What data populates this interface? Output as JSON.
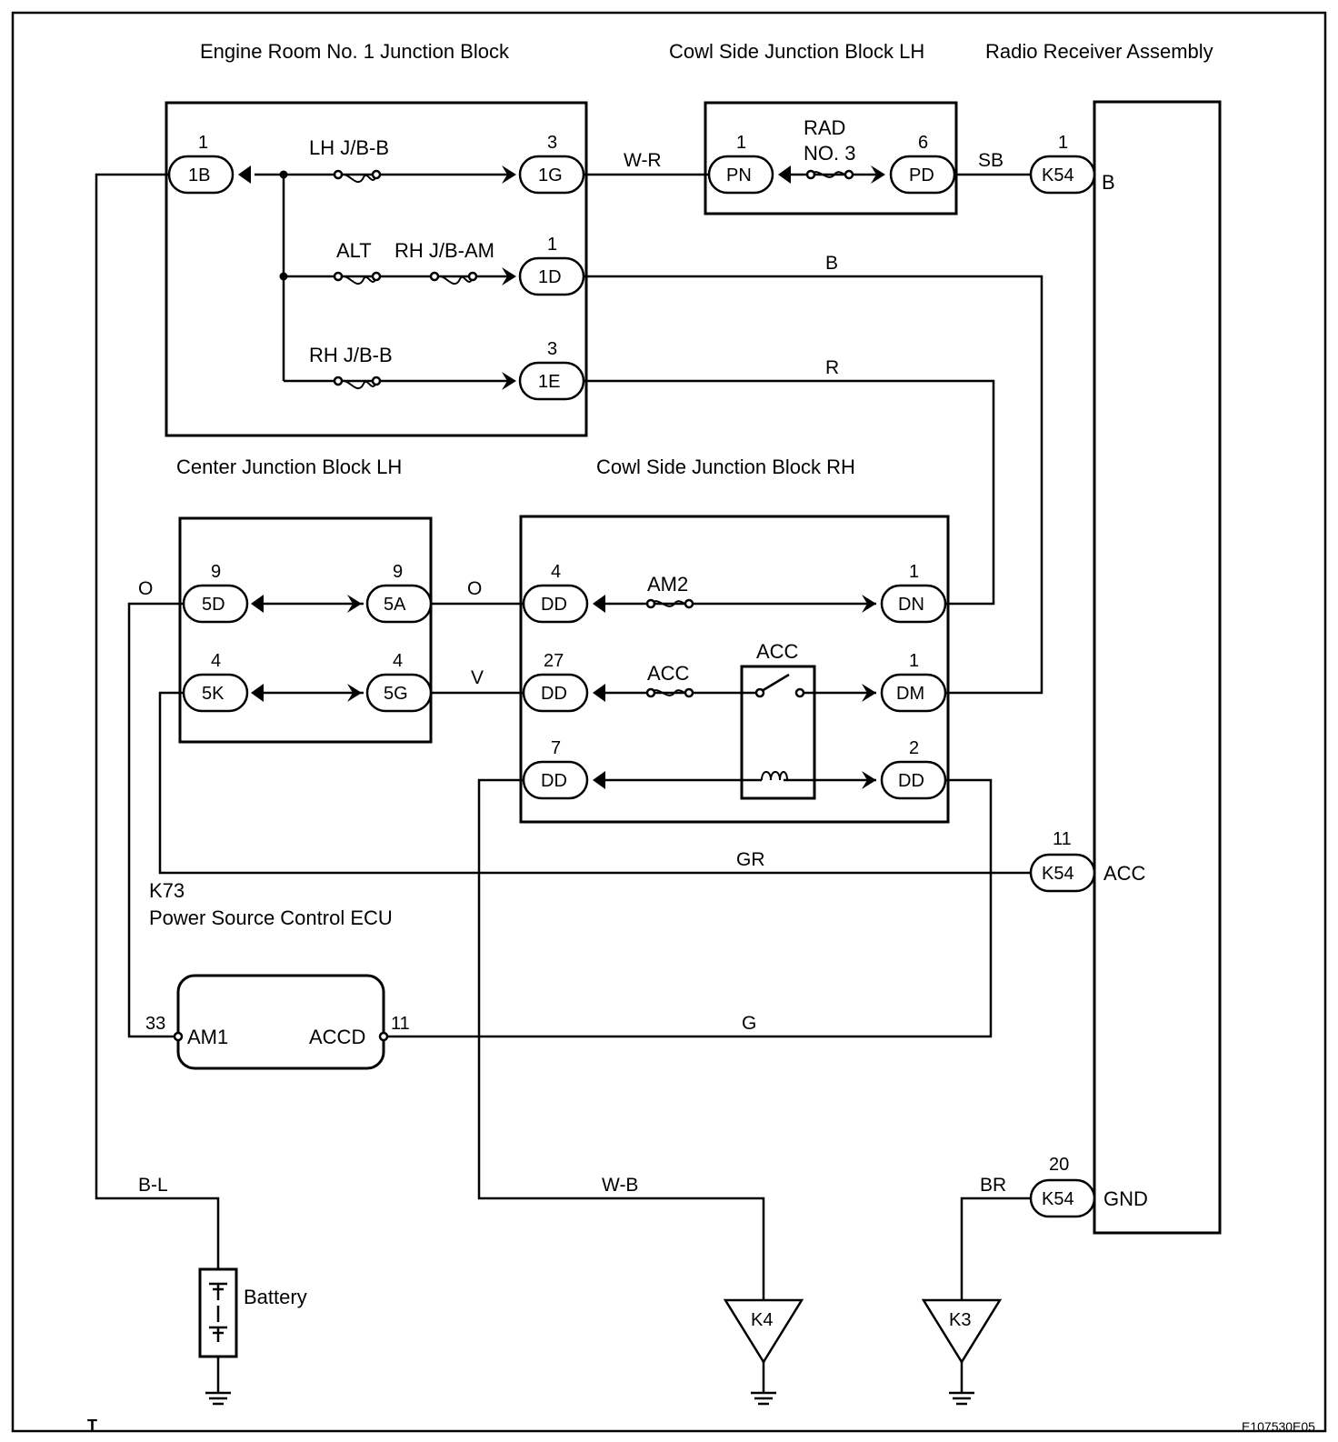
{
  "blocks": {
    "engine_room": "Engine Room No. 1 Junction Block",
    "cowl_lh": "Cowl Side Junction Block LH",
    "radio": "Radio Receiver Assembly",
    "center_lh": "Center Junction Block LH",
    "cowl_rh": "Cowl Side Junction Block RH",
    "ecu_code": "K73",
    "ecu_name": "Power Source Control ECU",
    "battery": "Battery"
  },
  "fuses": {
    "lh_jb_b": "LH J/B-B",
    "alt": "ALT",
    "rh_jb_am": "RH J/B-AM",
    "rh_jb_b": "RH J/B-B",
    "rad_no3_l1": "RAD",
    "rad_no3_l2": "NO. 3",
    "am2": "AM2",
    "acc": "ACC",
    "acc_relay": "ACC"
  },
  "connectors": {
    "c1B": {
      "code": "1B",
      "pin": "1"
    },
    "c1G": {
      "code": "1G",
      "pin": "3"
    },
    "c1D": {
      "code": "1D",
      "pin": "1"
    },
    "c1E": {
      "code": "1E",
      "pin": "3"
    },
    "cPN": {
      "code": "PN",
      "pin": "1"
    },
    "cPD": {
      "code": "PD",
      "pin": "6"
    },
    "cK54_b": {
      "code": "K54",
      "pin": "1",
      "terminal": "B"
    },
    "cK54_acc": {
      "code": "K54",
      "pin": "11",
      "terminal": "ACC"
    },
    "cK54_gnd": {
      "code": "K54",
      "pin": "20",
      "terminal": "GND"
    },
    "c5D": {
      "code": "5D",
      "pin": "9"
    },
    "c5A": {
      "code": "5A",
      "pin": "9"
    },
    "c5K": {
      "code": "5K",
      "pin": "4"
    },
    "c5G": {
      "code": "5G",
      "pin": "4"
    },
    "cDD4": {
      "code": "DD",
      "pin": "4"
    },
    "cDN": {
      "code": "DN",
      "pin": "1"
    },
    "cDD27": {
      "code": "DD",
      "pin": "27"
    },
    "cDM": {
      "code": "DM",
      "pin": "1"
    },
    "cDD7": {
      "code": "DD",
      "pin": "7"
    },
    "cDD2": {
      "code": "DD",
      "pin": "2"
    },
    "ecu_am1": {
      "terminal": "AM1",
      "pin": "33"
    },
    "ecu_accd": {
      "terminal": "ACCD",
      "pin": "11"
    }
  },
  "wires": {
    "wr": "W-R",
    "sb": "SB",
    "b": "B",
    "r": "R",
    "o_left": "O",
    "o_mid": "O",
    "v": "V",
    "gr": "GR",
    "g": "G",
    "bl": "B-L",
    "wb": "W-B",
    "br": "BR"
  },
  "grounds": {
    "k4": "K4",
    "k3": "K3"
  },
  "footer": {
    "mark": "T",
    "code": "E107530E05"
  }
}
